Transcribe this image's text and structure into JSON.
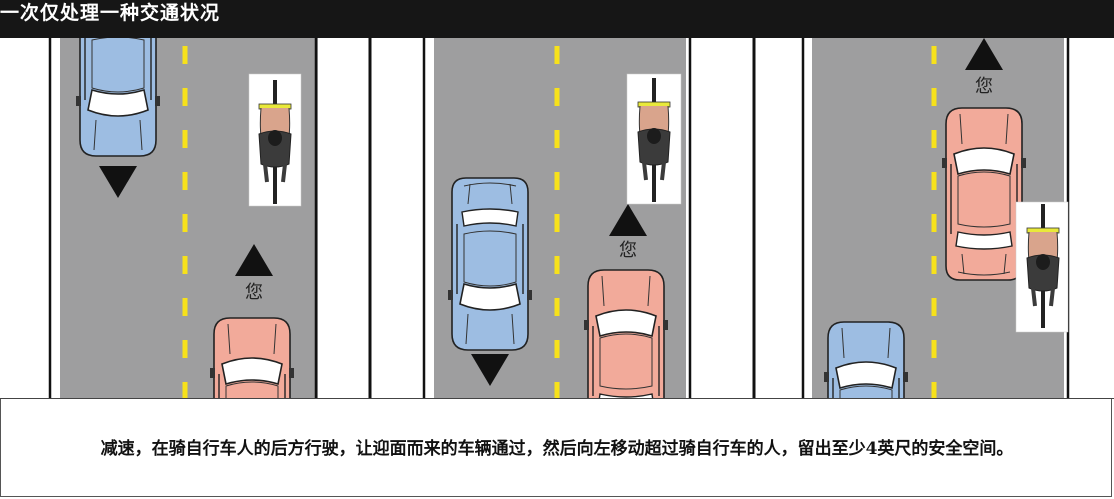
{
  "header": {
    "title": "一次仅处理一种交通状况"
  },
  "scene": {
    "you_label": "您",
    "colors": {
      "road": "#9e9e9f",
      "lane_marking": "#f7e11a",
      "border_lines": "#111111",
      "oncoming_car": "#9dbde2",
      "your_car": "#f2aa9a",
      "rider_shirt": "#3b3b3b",
      "handlebar": "#e9e93a"
    },
    "panels": [
      {
        "oncoming_direction": "down",
        "your_direction": "up",
        "rider_in_lane": "right"
      },
      {
        "oncoming_direction": "down",
        "your_direction": "up",
        "rider_in_lane": "right"
      },
      {
        "oncoming_direction": "none",
        "your_direction": "up",
        "rider_in_lane": "right"
      }
    ]
  },
  "caption": {
    "text": "减速，在骑自行车人的后方行驶，让迎面而来的车辆通过，然后向左移动超过骑自行车的人，留出至少4英尺的安全空间。"
  }
}
